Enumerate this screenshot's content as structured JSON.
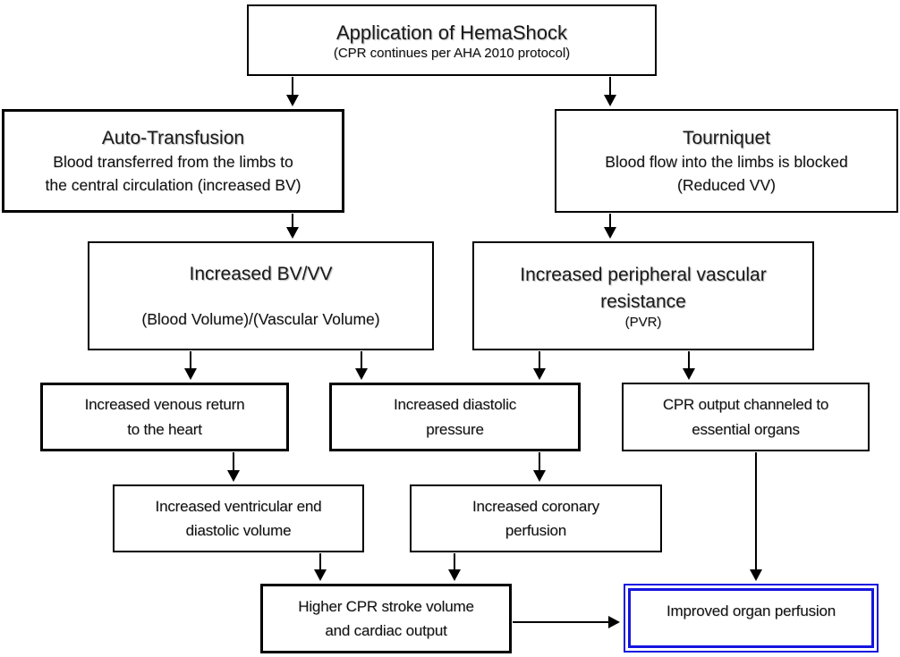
{
  "colors": {
    "box_border": "#000000",
    "highlight_border": "#1515e0",
    "background": "#ffffff",
    "text": "#1a1a1a"
  },
  "boxes": {
    "hemashock": {
      "title": "Application of HemaShock",
      "subtitle": "(CPR continues per AHA 2010 protocol)"
    },
    "auto_transfusion": {
      "title": "Auto-Transfusion",
      "body": "Blood transferred from the limbs to\nthe central circulation (increased BV)"
    },
    "tourniquet": {
      "title": "Tourniquet",
      "body": "Blood flow into the limbs is blocked\n(Reduced VV)"
    },
    "increased_bv_vv": {
      "title": "Increased BV/VV",
      "body": "(Blood Volume)/(Vascular Volume)"
    },
    "increased_pvr": {
      "title": "Increased peripheral vascular\nresistance",
      "subtitle": "(PVR)"
    },
    "venous_return": {
      "body": "Increased venous return\nto the heart"
    },
    "diastolic_pressure": {
      "body": "Increased diastolic\npressure"
    },
    "cpr_output": {
      "body": "CPR output channeled to\nessential organs"
    },
    "ventricular_volume": {
      "body": "Increased ventricular end\ndiastolic volume"
    },
    "coronary_perfusion": {
      "body": "Increased coronary\nperfusion"
    },
    "stroke_volume": {
      "body": "Higher CPR stroke volume\nand cardiac output"
    },
    "organ_perfusion": {
      "body": "Improved organ perfusion"
    }
  },
  "edges": [
    {
      "from": "hemashock",
      "to": "auto_transfusion"
    },
    {
      "from": "hemashock",
      "to": "tourniquet"
    },
    {
      "from": "auto_transfusion",
      "to": "increased_bv_vv"
    },
    {
      "from": "tourniquet",
      "to": "increased_pvr"
    },
    {
      "from": "increased_bv_vv",
      "to": "venous_return"
    },
    {
      "from": "increased_bv_vv",
      "to": "diastolic_pressure"
    },
    {
      "from": "increased_pvr",
      "to": "diastolic_pressure"
    },
    {
      "from": "increased_pvr",
      "to": "cpr_output"
    },
    {
      "from": "venous_return",
      "to": "ventricular_volume"
    },
    {
      "from": "diastolic_pressure",
      "to": "coronary_perfusion"
    },
    {
      "from": "cpr_output",
      "to": "organ_perfusion"
    },
    {
      "from": "ventricular_volume",
      "to": "stroke_volume"
    },
    {
      "from": "coronary_perfusion",
      "to": "stroke_volume"
    },
    {
      "from": "stroke_volume",
      "to": "organ_perfusion"
    }
  ]
}
